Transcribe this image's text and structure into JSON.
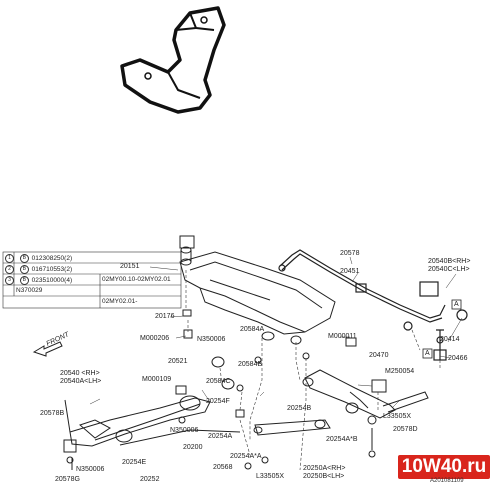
{
  "parts_table": {
    "rows": [
      {
        "circle": "1",
        "symbol": "B",
        "text": "012308250(2)"
      },
      {
        "circle": "2",
        "symbol": "B",
        "text": "016710553(2)"
      },
      {
        "circle": "3",
        "symbol": "B",
        "text": "023510000(4)",
        "note": "02MY00.10-02MY02.01"
      },
      {
        "circle": "",
        "symbol": "",
        "text": "N370029",
        "note": "02MY02.01-"
      }
    ]
  },
  "front_label": "FRONT",
  "part_labels": [
    "20151",
    "20451",
    "20578",
    "20540B<RH>",
    "20540C<LH>",
    "20176",
    "20584A",
    "M000011",
    "20414",
    "M000206",
    "N350006",
    "20470",
    "20466",
    "20521",
    "20584B",
    "M250054",
    "20540 <RH>",
    "20540A<LH>",
    "M000109",
    "20584C",
    "20254F",
    "20578B",
    "20578D",
    "N350006",
    "20254B",
    "L33505X",
    "20254A",
    "20200",
    "20254A*B",
    "20254E",
    "20568",
    "20254A*A",
    "20250A<RH>",
    "20250B<LH>",
    "L33505X",
    "N350006",
    "20578G",
    "20252"
  ],
  "callout_a": "A",
  "logo_text": "10W40.ru",
  "catalog_code": "A201081109"
}
